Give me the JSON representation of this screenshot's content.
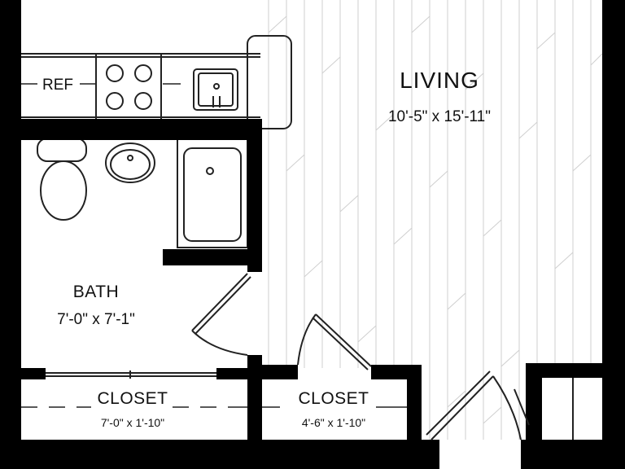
{
  "rooms": {
    "living": {
      "name": "LIVING",
      "dims": "10'-5\" x 15'-11\""
    },
    "bath": {
      "name": "BATH",
      "dims": "7'-0\" x 7'-1\""
    },
    "closet_left": {
      "name": "CLOSET",
      "dims": "7'-0\" x 1'-10\""
    },
    "closet_right": {
      "name": "CLOSET",
      "dims": "4'-6\" x 1'-10\""
    }
  },
  "fixtures": {
    "refrigerator": {
      "label": "REF"
    }
  },
  "colors": {
    "wall": "#000000",
    "line": "#222222",
    "floor_hatch": "#cfcfcf",
    "background": "#ffffff"
  }
}
